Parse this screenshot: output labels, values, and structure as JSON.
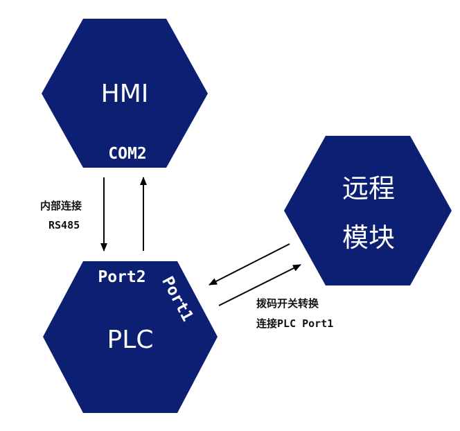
{
  "colors": {
    "node_fill": "#0d1f73",
    "node_text": "#ffffff",
    "arrow": "#000000",
    "background": "#ffffff"
  },
  "nodes": {
    "hmi": {
      "label": "HMI",
      "port": "COM2"
    },
    "plc": {
      "label": "PLC",
      "port_top": "Port2",
      "port_side": "Port1"
    },
    "remote": {
      "line1": "远程",
      "line2": "模块"
    }
  },
  "edges": {
    "hmi_plc": {
      "line1": "内部连接",
      "line2": "RS485"
    },
    "plc_remote": {
      "line1": "拨码开关转换",
      "line2": "连接PLC Port1"
    }
  }
}
